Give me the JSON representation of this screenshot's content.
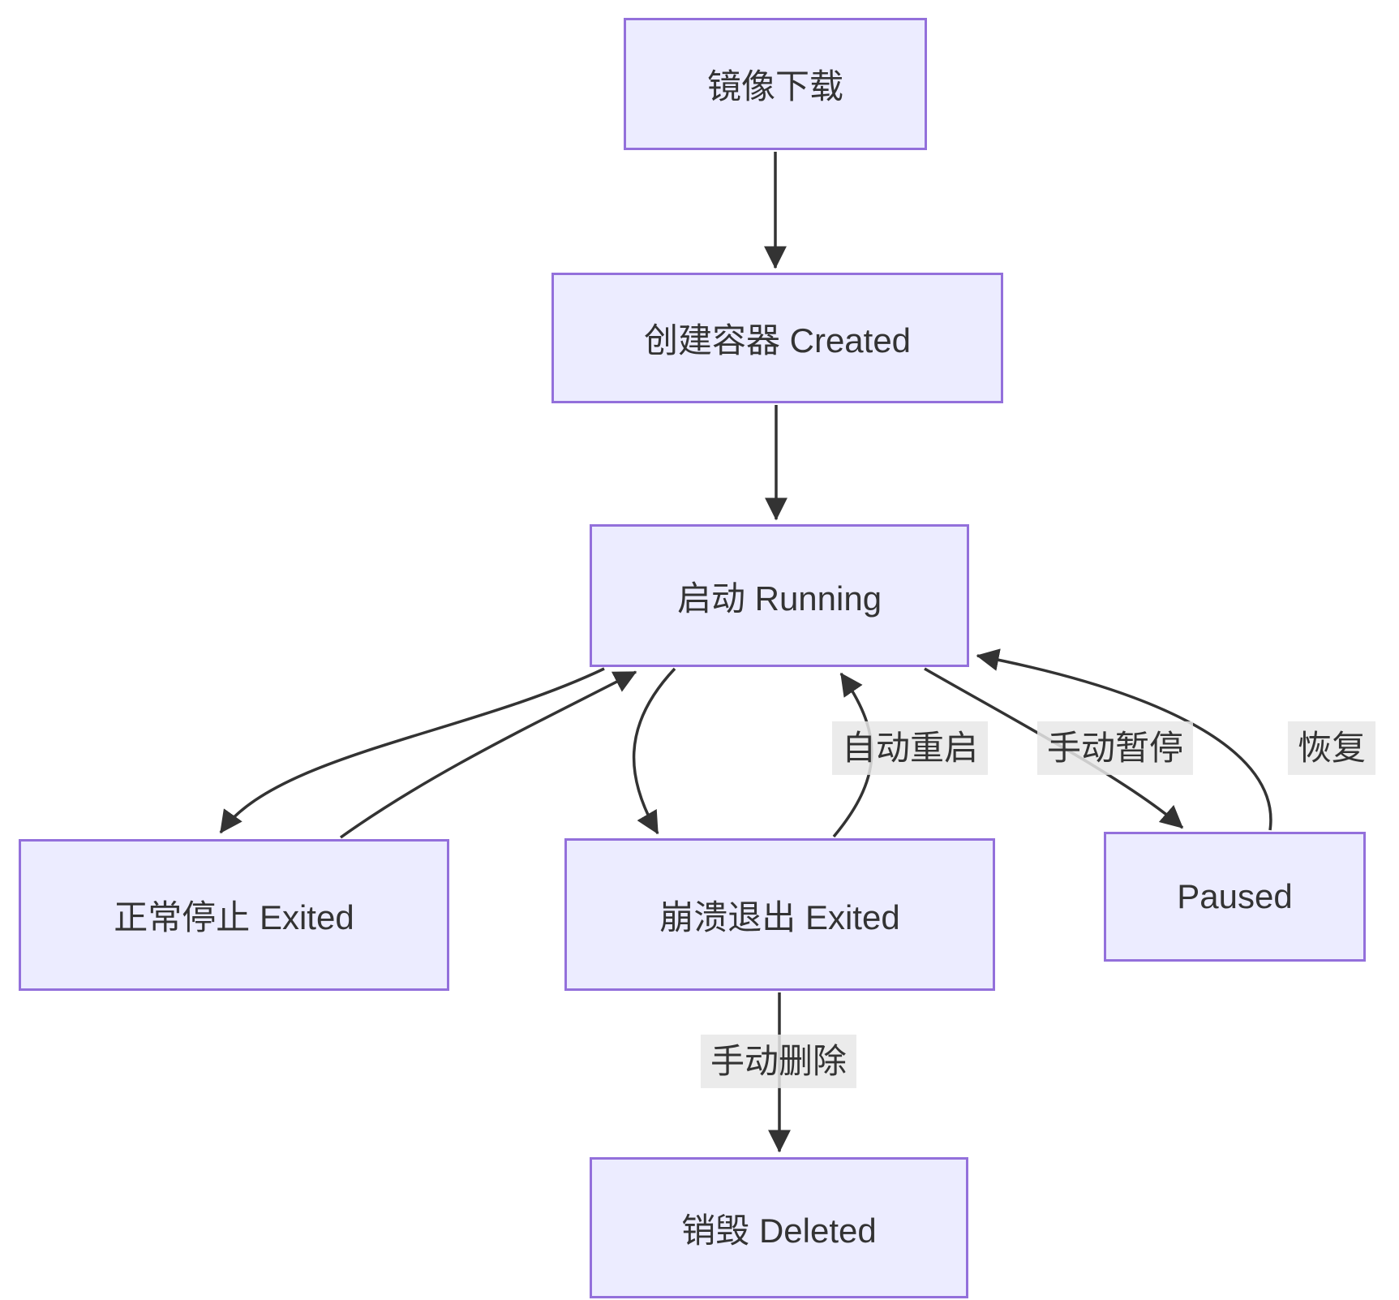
{
  "diagram": {
    "type": "flowchart",
    "direction": "top-down",
    "subject": "container lifecycle states"
  },
  "nodes": [
    {
      "id": "image-pull",
      "label": "镜像下载"
    },
    {
      "id": "created",
      "label": "创建容器 Created"
    },
    {
      "id": "running",
      "label": "启动 Running"
    },
    {
      "id": "exited-normal",
      "label": "正常停止 Exited"
    },
    {
      "id": "exited-crash",
      "label": "崩溃退出 Exited"
    },
    {
      "id": "paused",
      "label": "Paused"
    },
    {
      "id": "deleted",
      "label": "销毁 Deleted"
    }
  ],
  "edges": [
    {
      "from": "image-pull",
      "to": "created",
      "label": ""
    },
    {
      "from": "created",
      "to": "running",
      "label": ""
    },
    {
      "from": "running",
      "to": "exited-normal",
      "label": ""
    },
    {
      "from": "exited-normal",
      "to": "running",
      "label": ""
    },
    {
      "from": "running",
      "to": "exited-crash",
      "label": ""
    },
    {
      "from": "exited-crash",
      "to": "running",
      "label": "自动重启"
    },
    {
      "from": "running",
      "to": "paused",
      "label": "手动暂停"
    },
    {
      "from": "paused",
      "to": "running",
      "label": "恢复"
    },
    {
      "from": "exited-crash",
      "to": "deleted",
      "label": "手动删除"
    }
  ],
  "colors": {
    "node_fill": "#ECECFF",
    "node_border": "#9370DB",
    "edge_line": "#333333",
    "text": "#333333",
    "edge_label_bg": "#E8E8E8",
    "background": "#FFFFFF"
  }
}
